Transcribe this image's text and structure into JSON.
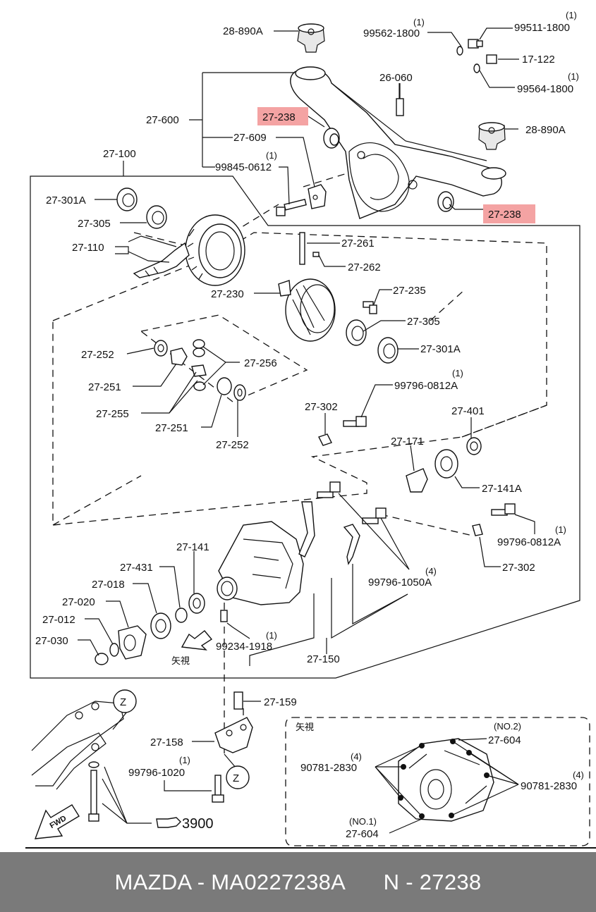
{
  "labels": {
    "l_28_890A_top": "28-890A",
    "l_99562_1800": "99562-1800",
    "l_99562_qty": "(1)",
    "l_99511_1800": "99511-1800",
    "l_99511_qty": "(1)",
    "l_17_122": "17-122",
    "l_99564_1800": "99564-1800",
    "l_99564_qty": "(1)",
    "l_26_060": "26-060",
    "l_27_600": "27-600",
    "l_27_238_top": "27-238",
    "l_28_890A_right": "28-890A",
    "l_27_609": "27-609",
    "l_27_100": "27-100",
    "l_99845_0612": "99845-0612",
    "l_99845_qty": "(1)",
    "l_27_238_right": "27-238",
    "l_27_301A_left": "27-301A",
    "l_27_305_left": "27-305",
    "l_27_110": "27-110",
    "l_27_261": "27-261",
    "l_27_262": "27-262",
    "l_27_230": "27-230",
    "l_27_235": "27-235",
    "l_27_305_right": "27-305",
    "l_27_301A_right": "27-301A",
    "l_27_252_top": "27-252",
    "l_27_256": "27-256",
    "l_27_251_top": "27-251",
    "l_27_255": "27-255",
    "l_27_251_bottom": "27-251",
    "l_27_252_bottom": "27-252",
    "l_99796_0812A_top": "99796-0812A",
    "l_99796_0812A_top_qty": "(1)",
    "l_27_302_top": "27-302",
    "l_27_401": "27-401",
    "l_27_171": "27-171",
    "l_27_141A": "27-141A",
    "l_99796_0812A_bottom": "99796-0812A",
    "l_99796_0812A_bottom_qty": "(1)",
    "l_27_302_bottom": "27-302",
    "l_27_141": "27-141",
    "l_27_431": "27-431",
    "l_27_018": "27-018",
    "l_27_020": "27-020",
    "l_27_012": "27-012",
    "l_27_030": "27-030",
    "l_99796_1050A": "99796-1050A",
    "l_99796_1050A_qty": "(4)",
    "l_99234_1918": "99234-1918",
    "l_99234_qty": "(1)",
    "l_27_150": "27-150",
    "l_yashi_arrow": "矢視",
    "l_27_159": "27-159",
    "l_27_158": "27-158",
    "l_99796_1020": "99796-1020",
    "l_99796_1020_qty": "(1)",
    "l_3900": "3900",
    "l_z_top": "Z",
    "l_z_bottom": "Z",
    "l_fwd": "FWD",
    "inset_title": "矢視",
    "inset_no2": "(NO.2)",
    "inset_27_604_top": "27-604",
    "inset_90781_left": "90781-2830",
    "inset_90781_left_qty": "(4)",
    "inset_90781_right": "90781-2830",
    "inset_90781_right_qty": "(4)",
    "inset_no1": "(NO.1)",
    "inset_27_604_bottom": "27-604"
  },
  "highlight_color": "#f4a3a3",
  "footer": {
    "brand_part": "MAZDA - MA0227238A",
    "number": "N - 27238"
  }
}
